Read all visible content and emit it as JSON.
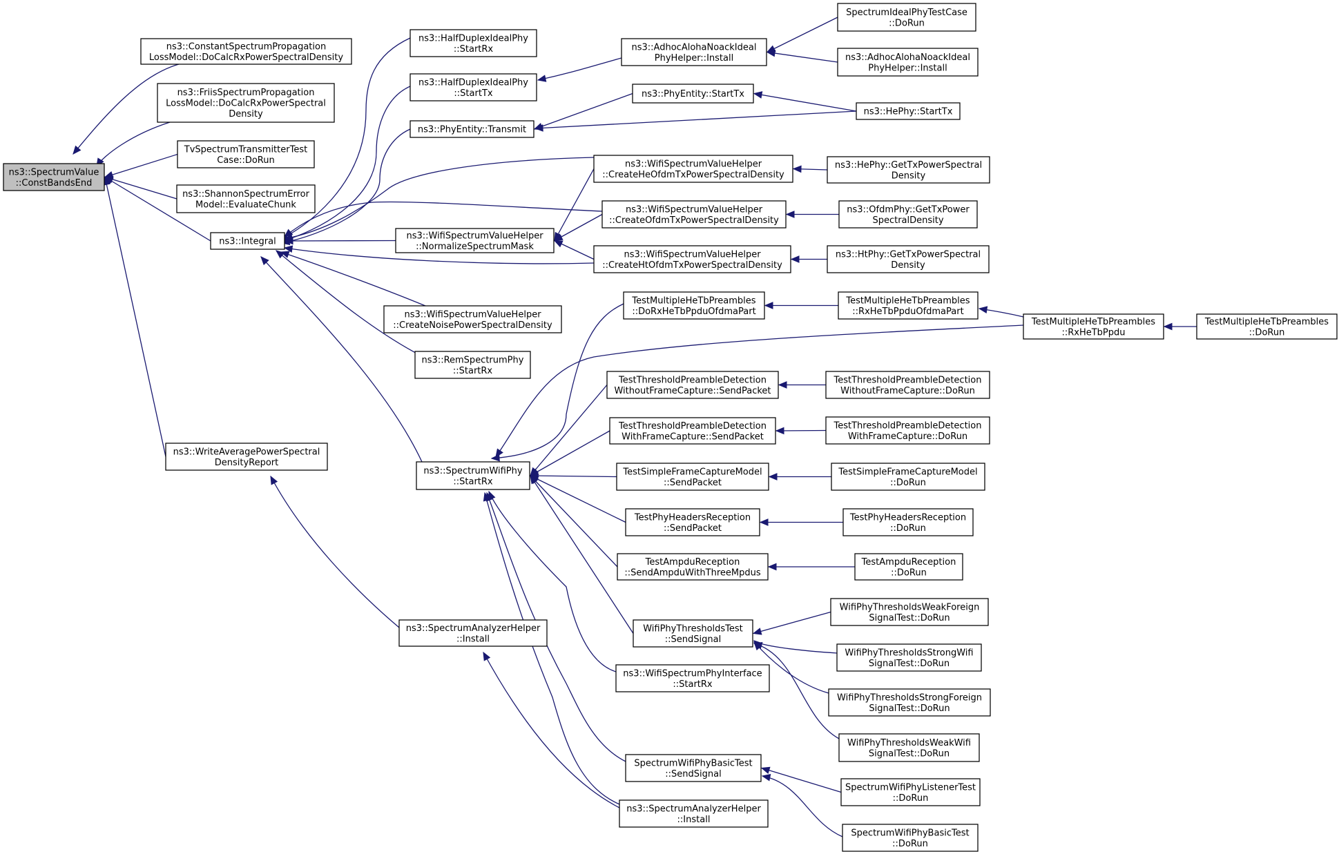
{
  "colors": {
    "edge": "#191970",
    "node_border": "#000000",
    "root_fill": "#bfbfbf",
    "node_fill": "#ffffff"
  },
  "nodes": [
    {
      "id": "root",
      "lines": [
        "ns3::SpectrumValue",
        "::ConstBandsEnd"
      ],
      "highlight": true
    },
    {
      "id": "n1",
      "lines": [
        "ns3::ConstantSpectrumPropagation",
        "LossModel::DoCalcRxPowerSpectralDensity"
      ]
    },
    {
      "id": "n2",
      "lines": [
        "ns3::FriisSpectrumPropagation",
        "LossModel::DoCalcRxPowerSpectral",
        "Density"
      ]
    },
    {
      "id": "n3",
      "lines": [
        "TvSpectrumTransmitterTest",
        "Case::DoRun"
      ]
    },
    {
      "id": "n4",
      "lines": [
        "ns3::ShannonSpectrumError",
        "Model::EvaluateChunk"
      ]
    },
    {
      "id": "n5",
      "lines": [
        "ns3::Integral"
      ]
    },
    {
      "id": "n6",
      "lines": [
        "ns3::WriteAveragePowerSpectral",
        "DensityReport"
      ]
    },
    {
      "id": "n7",
      "lines": [
        "ns3::HalfDuplexIdealPhy",
        "::StartRx"
      ]
    },
    {
      "id": "n8",
      "lines": [
        "ns3::HalfDuplexIdealPhy",
        "::StartTx"
      ]
    },
    {
      "id": "n9",
      "lines": [
        "ns3::PhyEntity::Transmit"
      ]
    },
    {
      "id": "n10",
      "lines": [
        "ns3::WifiSpectrumValueHelper",
        "::NormalizeSpectrumMask"
      ]
    },
    {
      "id": "n11",
      "lines": [
        "ns3::WifiSpectrumValueHelper",
        "::CreateNoisePowerSpectralDensity"
      ]
    },
    {
      "id": "n12",
      "lines": [
        "ns3::RemSpectrumPhy",
        "::StartRx"
      ]
    },
    {
      "id": "n13",
      "lines": [
        "ns3::SpectrumWifiPhy",
        "::StartRx"
      ]
    },
    {
      "id": "n14",
      "lines": [
        "ns3::SpectrumAnalyzerHelper",
        "::Install"
      ]
    },
    {
      "id": "n15",
      "lines": [
        "ns3::AdhocAlohaNoackIdeal",
        "PhyHelper::Install"
      ]
    },
    {
      "id": "n16",
      "lines": [
        "ns3::PhyEntity::StartTx"
      ]
    },
    {
      "id": "n17",
      "lines": [
        "ns3::WifiSpectrumValueHelper",
        "::CreateHeOfdmTxPowerSpectralDensity"
      ]
    },
    {
      "id": "n18",
      "lines": [
        "ns3::WifiSpectrumValueHelper",
        "::CreateOfdmTxPowerSpectralDensity"
      ]
    },
    {
      "id": "n19",
      "lines": [
        "ns3::WifiSpectrumValueHelper",
        "::CreateHtOfdmTxPowerSpectralDensity"
      ]
    },
    {
      "id": "n20",
      "lines": [
        "TestMultipleHeTbPreambles",
        "::DoRxHeTbPpduOfdmaPart"
      ]
    },
    {
      "id": "n21",
      "lines": [
        "TestThresholdPreambleDetection",
        "WithoutFrameCapture::SendPacket"
      ]
    },
    {
      "id": "n22",
      "lines": [
        "TestThresholdPreambleDetection",
        "WithFrameCapture::SendPacket"
      ]
    },
    {
      "id": "n23",
      "lines": [
        "TestSimpleFrameCaptureModel",
        "::SendPacket"
      ]
    },
    {
      "id": "n24",
      "lines": [
        "TestPhyHeadersReception",
        "::SendPacket"
      ]
    },
    {
      "id": "n25",
      "lines": [
        "TestAmpduReception",
        "::SendAmpduWithThreeMpdus"
      ]
    },
    {
      "id": "n26",
      "lines": [
        "WifiPhyThresholdsTest",
        "::SendSignal"
      ]
    },
    {
      "id": "n27",
      "lines": [
        "ns3::WifiSpectrumPhyInterface",
        "::StartRx"
      ]
    },
    {
      "id": "n28",
      "lines": [
        "SpectrumWifiPhyBasicTest",
        "::SendSignal"
      ]
    },
    {
      "id": "n29",
      "lines": [
        "ns3::SpectrumAnalyzerHelper",
        "::Install"
      ]
    },
    {
      "id": "n30",
      "lines": [
        "SpectrumIdealPhyTestCase",
        "::DoRun"
      ]
    },
    {
      "id": "n31",
      "lines": [
        "ns3::AdhocAlohaNoackIdeal",
        "PhyHelper::Install"
      ]
    },
    {
      "id": "n32",
      "lines": [
        "ns3::HePhy::StartTx"
      ]
    },
    {
      "id": "n33",
      "lines": [
        "ns3::HePhy::GetTxPowerSpectral",
        "Density"
      ]
    },
    {
      "id": "n34",
      "lines": [
        "ns3::OfdmPhy::GetTxPower",
        "SpectralDensity"
      ]
    },
    {
      "id": "n35",
      "lines": [
        "ns3::HtPhy::GetTxPowerSpectral",
        "Density"
      ]
    },
    {
      "id": "n36",
      "lines": [
        "TestMultipleHeTbPreambles",
        "::RxHeTbPpduOfdmaPart"
      ]
    },
    {
      "id": "n37",
      "lines": [
        "TestMultipleHeTbPreambles",
        "::RxHeTbPpdu"
      ]
    },
    {
      "id": "n38",
      "lines": [
        "TestMultipleHeTbPreambles",
        "::DoRun"
      ]
    },
    {
      "id": "n39",
      "lines": [
        "TestThresholdPreambleDetection",
        "WithoutFrameCapture::DoRun"
      ]
    },
    {
      "id": "n40",
      "lines": [
        "TestThresholdPreambleDetection",
        "WithFrameCapture::DoRun"
      ]
    },
    {
      "id": "n41",
      "lines": [
        "TestSimpleFrameCaptureModel",
        "::DoRun"
      ]
    },
    {
      "id": "n42",
      "lines": [
        "TestPhyHeadersReception",
        "::DoRun"
      ]
    },
    {
      "id": "n43",
      "lines": [
        "TestAmpduReception",
        "::DoRun"
      ]
    },
    {
      "id": "n44",
      "lines": [
        "WifiPhyThresholdsWeakForeign",
        "SignalTest::DoRun"
      ]
    },
    {
      "id": "n45",
      "lines": [
        "WifiPhyThresholdsStrongWifi",
        "SignalTest::DoRun"
      ]
    },
    {
      "id": "n46",
      "lines": [
        "WifiPhyThresholdsStrongForeign",
        "SignalTest::DoRun"
      ]
    },
    {
      "id": "n47",
      "lines": [
        "WifiPhyThresholdsWeakWifi",
        "SignalTest::DoRun"
      ]
    },
    {
      "id": "n48",
      "lines": [
        "SpectrumWifiPhyListenerTest",
        "::DoRun"
      ]
    },
    {
      "id": "n49",
      "lines": [
        "SpectrumWifiPhyBasicTest",
        "::DoRun"
      ]
    }
  ],
  "edges": [
    [
      "n1",
      "root"
    ],
    [
      "n2",
      "root"
    ],
    [
      "n3",
      "root"
    ],
    [
      "n4",
      "root"
    ],
    [
      "n5",
      "root"
    ],
    [
      "n6",
      "root"
    ],
    [
      "n7",
      "n5"
    ],
    [
      "n8",
      "n5"
    ],
    [
      "n9",
      "n5"
    ],
    [
      "n10",
      "n5"
    ],
    [
      "n11",
      "n5"
    ],
    [
      "n12",
      "n5"
    ],
    [
      "n13",
      "n5"
    ],
    [
      "n17",
      "n5"
    ],
    [
      "n18",
      "n5"
    ],
    [
      "n19",
      "n5"
    ],
    [
      "n14",
      "n6"
    ],
    [
      "n15",
      "n8"
    ],
    [
      "n16",
      "n9"
    ],
    [
      "n32",
      "n9"
    ],
    [
      "n17",
      "n10"
    ],
    [
      "n18",
      "n10"
    ],
    [
      "n19",
      "n10"
    ],
    [
      "n20",
      "n13"
    ],
    [
      "n21",
      "n13"
    ],
    [
      "n22",
      "n13"
    ],
    [
      "n23",
      "n13"
    ],
    [
      "n24",
      "n13"
    ],
    [
      "n25",
      "n13"
    ],
    [
      "n26",
      "n13"
    ],
    [
      "n27",
      "n13"
    ],
    [
      "n28",
      "n13"
    ],
    [
      "n29",
      "n13"
    ],
    [
      "n37",
      "n13"
    ],
    [
      "n29",
      "n14"
    ],
    [
      "n30",
      "n15"
    ],
    [
      "n31",
      "n15"
    ],
    [
      "n32",
      "n16"
    ],
    [
      "n33",
      "n17"
    ],
    [
      "n34",
      "n18"
    ],
    [
      "n35",
      "n19"
    ],
    [
      "n36",
      "n20"
    ],
    [
      "n37",
      "n36"
    ],
    [
      "n38",
      "n37"
    ],
    [
      "n39",
      "n21"
    ],
    [
      "n40",
      "n22"
    ],
    [
      "n41",
      "n23"
    ],
    [
      "n42",
      "n24"
    ],
    [
      "n43",
      "n25"
    ],
    [
      "n44",
      "n26"
    ],
    [
      "n45",
      "n26"
    ],
    [
      "n46",
      "n26"
    ],
    [
      "n47",
      "n26"
    ],
    [
      "n48",
      "n28"
    ],
    [
      "n49",
      "n28"
    ]
  ]
}
